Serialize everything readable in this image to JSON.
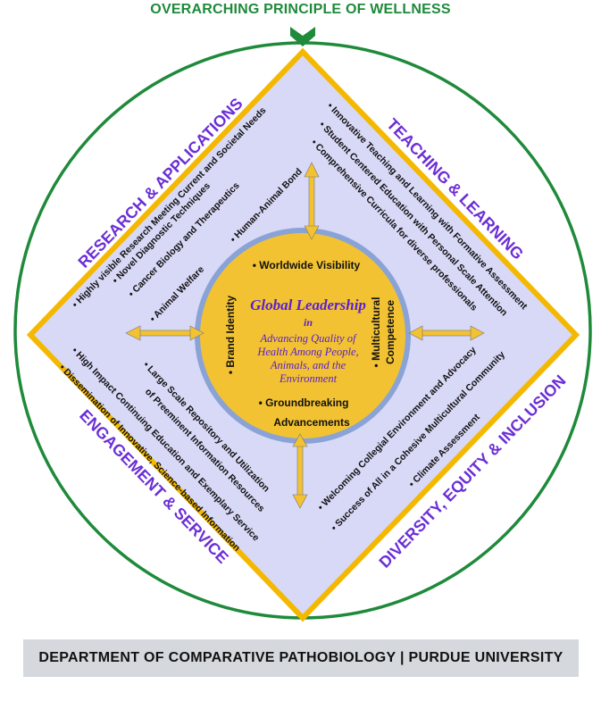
{
  "header": {
    "principle": "OVERARCHING PRINCIPLE OF WELLNESS"
  },
  "footer": {
    "text": "DEPARTMENT OF COMPARATIVE PATHOBIOLOGY | PURDUE UNIVERSITY"
  },
  "quadrants": {
    "research": {
      "title": "RESEARCH & APPLICATIONS",
      "items": [
        "• Highly visible Research Meeting Current and Societal Needs",
        "• Novel Diagnostic Techniques",
        "• Cancer Biology and Therapeutics",
        "• Animal Welfare",
        "• Human-Animal Bond"
      ]
    },
    "teaching": {
      "title": "TEACHING & LEARNING",
      "items": [
        "• Innovative Teaching and Learning with Formative Assessment",
        "• Student Centered Education with Personal Scale Attention",
        "• Comprehensive Curricula for diverse professionals"
      ]
    },
    "engagement": {
      "title": "ENGAGEMENT & SERVICE",
      "items": [
        "• High Impact Continuing Education and Exemplary Service",
        "• Dissemination of Innovative, Science-based Information",
        "• Large Scale Repository and Utilization",
        "of Preeminent Information Resources"
      ]
    },
    "diversity": {
      "title": "DIVERSITY, EQUITY & INCLUSION",
      "items": [
        "• Welcoming Collegial Environment and Advocacy",
        "• Success of All in a Cohesive Multicultural Community",
        "• Climate Assessment"
      ]
    }
  },
  "center": {
    "top": "• Worldwide Visibility",
    "headline": "Global Leadership",
    "in": "in",
    "lines": [
      "Advancing Quality of",
      "Health Among People,",
      "Animals, and the",
      "Environment"
    ],
    "left": "• Brand Identity",
    "right": [
      "• Multicultural",
      "Competence"
    ],
    "bottom": [
      "• Groundbreaking",
      "Advancements"
    ]
  },
  "colors": {
    "green": "#1e8a3a",
    "gold": "#f5b800",
    "lavender": "#d8d8f7",
    "purple": "#6b2fd6",
    "circle_fill": "#f2c232",
    "circle_ring": "#8aa3d6"
  }
}
